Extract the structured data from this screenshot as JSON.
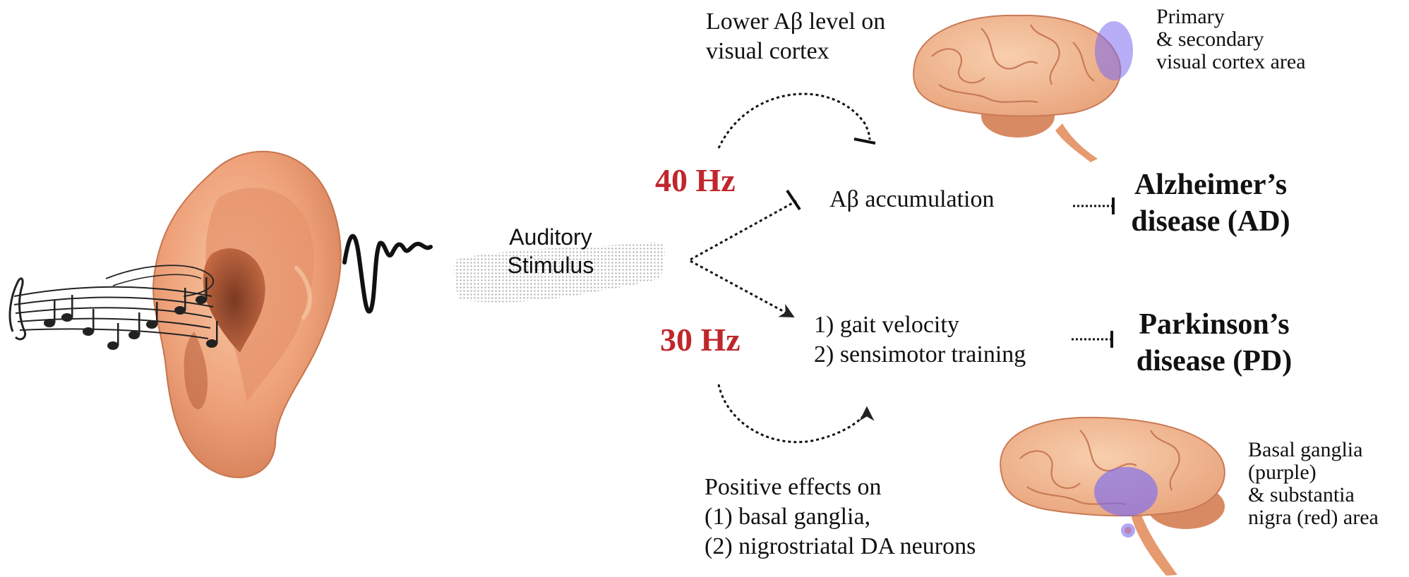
{
  "stimulus": {
    "line1": "Auditory",
    "line2": "Stimulus"
  },
  "frequencies": {
    "high": "40 Hz",
    "low": "30 Hz"
  },
  "colors": {
    "frequency_text": "#c0272d",
    "cortex_highlight": "#7b6cf0",
    "substantia_nigra": "#d03a3a",
    "ear_skin": "#f0a77a",
    "brain_tissue": "#f3b88c"
  },
  "ad_pathway": {
    "effect_line1": "Lower Aβ level on",
    "effect_line2": "visual cortex",
    "target": "Aβ accumulation",
    "disease_line1": "Alzheimer’s",
    "disease_line2": "disease (AD)",
    "brain_line1": "Primary",
    "brain_line2": "& secondary",
    "brain_line3": "visual cortex area"
  },
  "pd_pathway": {
    "outcome1": "1) gait velocity",
    "outcome2": "2) sensimotor training",
    "effect_line1": "Positive effects on",
    "effect_line2": "(1) basal ganglia,",
    "effect_line3": "(2) nigrostriatal DA neurons",
    "disease_line1": "Parkinson’s",
    "disease_line2": "disease (PD)",
    "brain_line1": "Basal ganglia",
    "brain_line2": "(purple)",
    "brain_line3": "& substantia",
    "brain_line4": "nigra (red) area"
  },
  "icons": [
    "ear-illustration",
    "music-notes-icon",
    "sound-wave-icon",
    "brain-illustration"
  ]
}
